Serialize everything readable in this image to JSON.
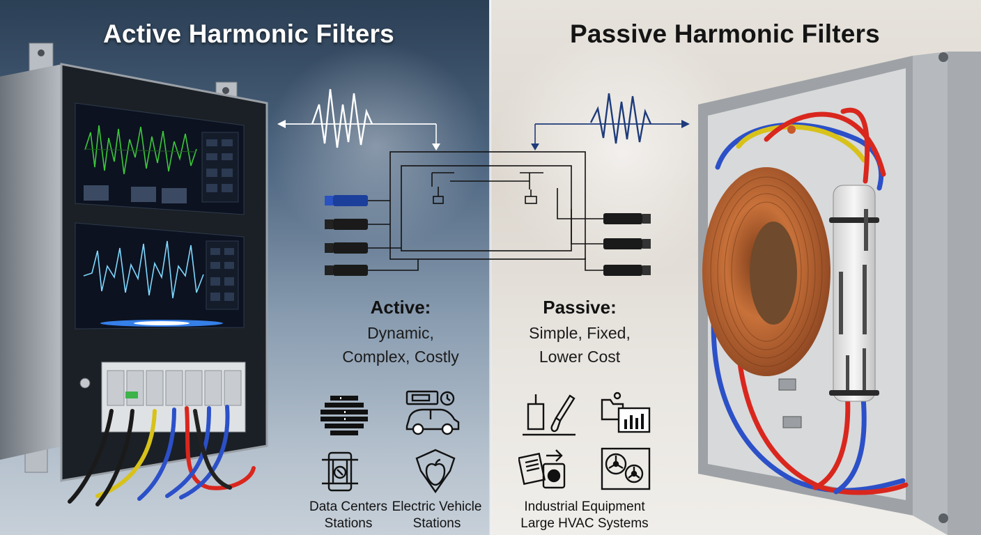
{
  "left": {
    "title": "Active Harmonic Filters",
    "summary_head": "Active:",
    "summary_line1": "Dynamic,",
    "summary_line2": "Complex, Costly",
    "app_label_1_line1": "Data Centers",
    "app_label_1_line2": "Stations",
    "app_label_2_line1": "Electric Vehicle",
    "app_label_2_line2": "Stations"
  },
  "right": {
    "title": "Passive Harmonic Filters",
    "summary_head": "Passive:",
    "summary_line1": "Simple, Fixed,",
    "summary_line2": "Lower Cost",
    "app_label_1": "Industrial Equipment",
    "app_label_2": "Large HVAC Systems"
  },
  "icons": {
    "server": "server-rack-icon",
    "ev": "electric-car-icon",
    "station": "charging-station-icon",
    "apple": "apple-shield-icon",
    "capacitor": "capacitor-tool-icon",
    "folder": "folder-chart-icon",
    "equipment": "industrial-equipment-icon",
    "hvac": "hvac-fan-icon"
  },
  "colors": {
    "screen_wave_green": "#3cc83c",
    "screen_wave_cyan": "#7fd8ff",
    "wire_red": "#d9271e",
    "wire_blue": "#2b50c8",
    "wire_yellow": "#d8c21a",
    "copper": "#b9622e"
  }
}
